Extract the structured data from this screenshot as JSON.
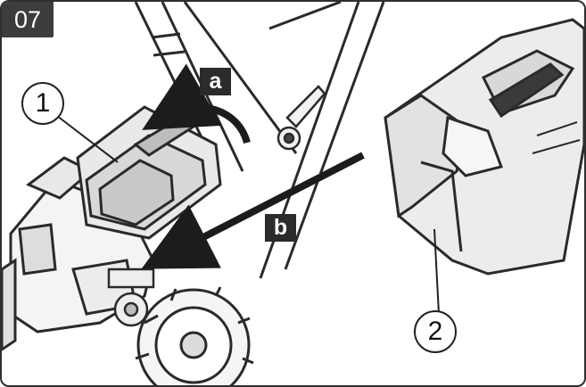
{
  "figure": {
    "step": "07",
    "labels": {
      "a": "a",
      "b": "b"
    },
    "callouts": {
      "1": "1",
      "2": "2"
    },
    "components": {
      "1": "battery",
      "2": "grass-catcher"
    },
    "colors": {
      "badge": "#3c3c3c",
      "line": "#2a2a2a",
      "fill": "#ececec"
    }
  }
}
